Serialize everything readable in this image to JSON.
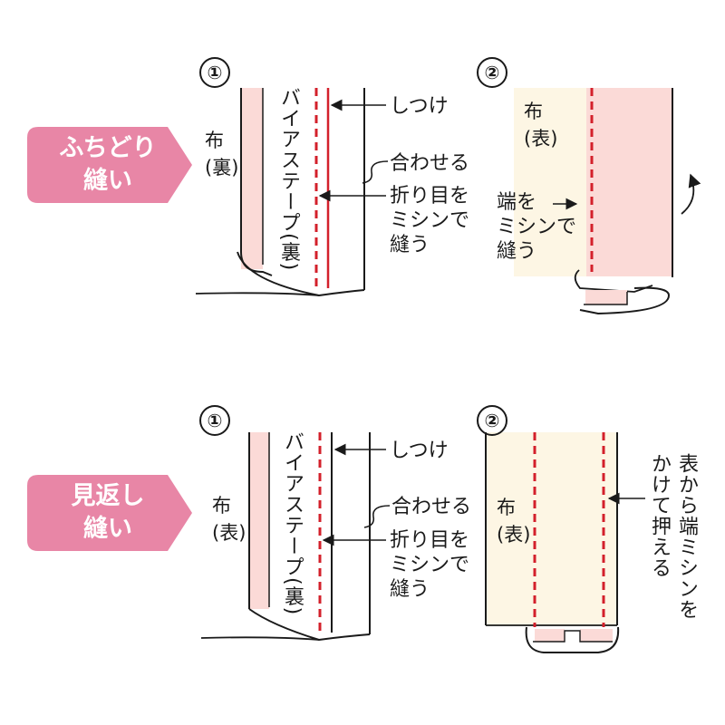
{
  "colors": {
    "badge": "#e886a6",
    "stitch": "#d3202b",
    "fabric_pink": "#fbdad7",
    "fabric_cream": "#fdf6e4",
    "outline": "#1a1a1a"
  },
  "sections": [
    {
      "badge": "ふちどり\n縫い",
      "panels": [
        {
          "step": "①",
          "fabric_label": "布\n(裏)",
          "tape_label": "バイアステープ(裏)",
          "callouts": {
            "baste": "しつけ",
            "align": "合わせる",
            "sew": "折り目を\nミシンで\n縫う"
          }
        },
        {
          "step": "②",
          "fabric_label": "布\n(表)",
          "callouts": {
            "edge": "端を\nミシンで\n縫う"
          }
        }
      ]
    },
    {
      "badge": "見返し\n縫い",
      "panels": [
        {
          "step": "①",
          "fabric_label": "布\n(表)",
          "tape_label": "バイアステープ(裏)",
          "callouts": {
            "baste": "しつけ",
            "align": "合わせる",
            "sew": "折り目を\nミシンで\n縫う"
          }
        },
        {
          "step": "②",
          "fabric_label": "布\n(表)",
          "callouts": {
            "topstitch": "表から端ミシンを\nかけて押える"
          }
        }
      ]
    }
  ]
}
